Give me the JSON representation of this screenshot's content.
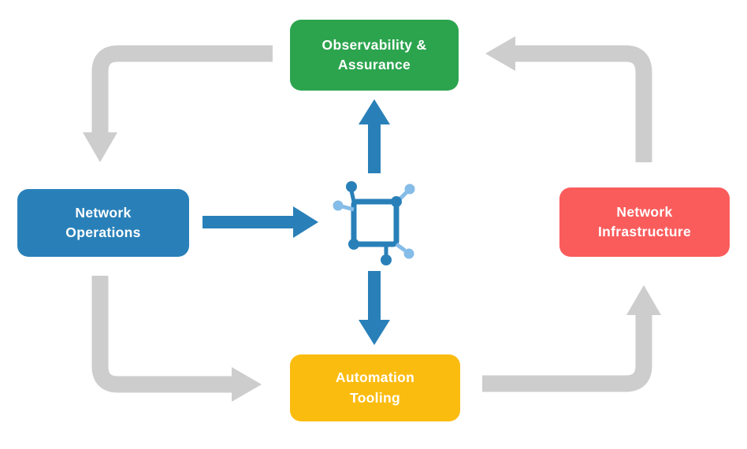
{
  "diagram": {
    "name": "network-automation-cycle",
    "nodes": {
      "observability": {
        "line1": "Observability &",
        "line2": "Assurance",
        "color": "#2CA44E"
      },
      "operations": {
        "line1": "Network",
        "line2": "Operations",
        "color": "#2980B9"
      },
      "infrastructure": {
        "line1": "Network",
        "line2": "Infrastructure",
        "color": "#FA5C5C"
      },
      "automation": {
        "line1": "Automation",
        "line2": "Tooling",
        "color": "#FBBC10"
      }
    },
    "center_icon": "network-hub-icon",
    "flows": [
      {
        "from": "Observability & Assurance",
        "to": "Network Operations",
        "style": "gray"
      },
      {
        "from": "Network Operations",
        "to": "Automation Tooling",
        "style": "gray"
      },
      {
        "from": "Automation Tooling",
        "to": "Network Infrastructure",
        "style": "gray"
      },
      {
        "from": "Network Infrastructure",
        "to": "Observability & Assurance",
        "style": "gray"
      },
      {
        "from": "Network Operations",
        "to": "network-hub",
        "style": "blue"
      },
      {
        "from": "network-hub",
        "to": "Observability & Assurance",
        "style": "blue"
      },
      {
        "from": "network-hub",
        "to": "Automation Tooling",
        "style": "blue"
      }
    ],
    "colors": {
      "arrow_gray": "#CDCDCD",
      "arrow_blue": "#2980B9",
      "hub_dark": "#2980B9",
      "hub_light": "#85BCE8",
      "text": "#FFFFFF"
    }
  }
}
